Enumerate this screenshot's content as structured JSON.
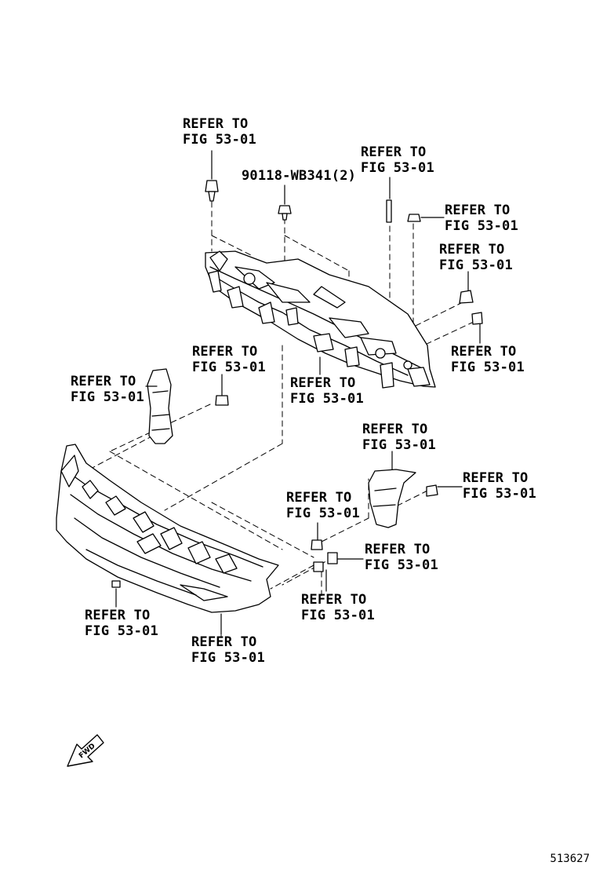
{
  "figure_number": "513627",
  "part_number_label": "90118-WB341(2)",
  "fwd_label": "FWD",
  "callouts": [
    {
      "line1": "REFER TO",
      "line2": "FIG 53-01"
    },
    {
      "line1": "REFER TO",
      "line2": "FIG 53-01"
    },
    {
      "line1": "REFER TO",
      "line2": "FIG 53-01"
    },
    {
      "line1": "REFER TO",
      "line2": "FIG 53-01"
    },
    {
      "line1": "REFER TO",
      "line2": "FIG 53-01"
    },
    {
      "line1": "REFER TO",
      "line2": "FIG 53-01"
    },
    {
      "line1": "REFER TO",
      "line2": "FIG 53-01"
    },
    {
      "line1": "REFER TO",
      "line2": "FIG 53-01"
    },
    {
      "line1": "REFER TO",
      "line2": "FIG 53-01"
    },
    {
      "line1": "REFER TO",
      "line2": "FIG 53-01"
    },
    {
      "line1": "REFER TO",
      "line2": "FIG 53-01"
    },
    {
      "line1": "REFER TO",
      "line2": "FIG 53-01"
    },
    {
      "line1": "REFER TO",
      "line2": "FIG 53-01"
    },
    {
      "line1": "REFER TO",
      "line2": "FIG 53-01"
    },
    {
      "line1": "REFER TO",
      "line2": "FIG 53-01"
    }
  ]
}
